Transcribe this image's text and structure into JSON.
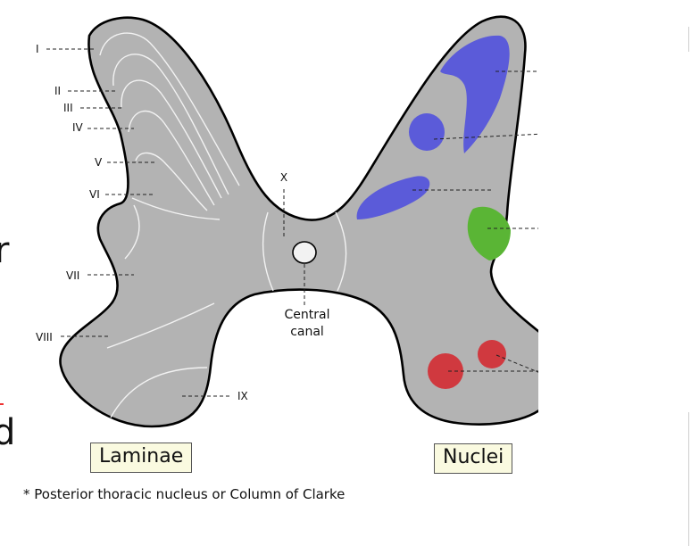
{
  "laminae": {
    "I": "I",
    "II": "II",
    "III": "III",
    "IV": "IV",
    "V": "V",
    "VI": "VI",
    "VII": "VII",
    "VIII": "VIII",
    "IX": "IX",
    "X": "X"
  },
  "central_canal": {
    "line1": "Central",
    "line2": "canal"
  },
  "legend": {
    "laminae": "Laminae",
    "nuclei": "Nuclei"
  },
  "footnote": "* Posterior thoracic nucleus or Column of Clarke",
  "edge_glyphs": {
    "left_top": "r",
    "left_bottom": "d"
  },
  "colors": {
    "gray_matter": "#b3b3b3",
    "outline": "#000000",
    "lamina_lines": "#f2f2f2",
    "nucleus_blue": "#5b5bd9",
    "nucleus_green": "#5ab535",
    "nucleus_red": "#d0393f",
    "central_canal": "#f2f2f2",
    "label_box": "#fafae0"
  }
}
